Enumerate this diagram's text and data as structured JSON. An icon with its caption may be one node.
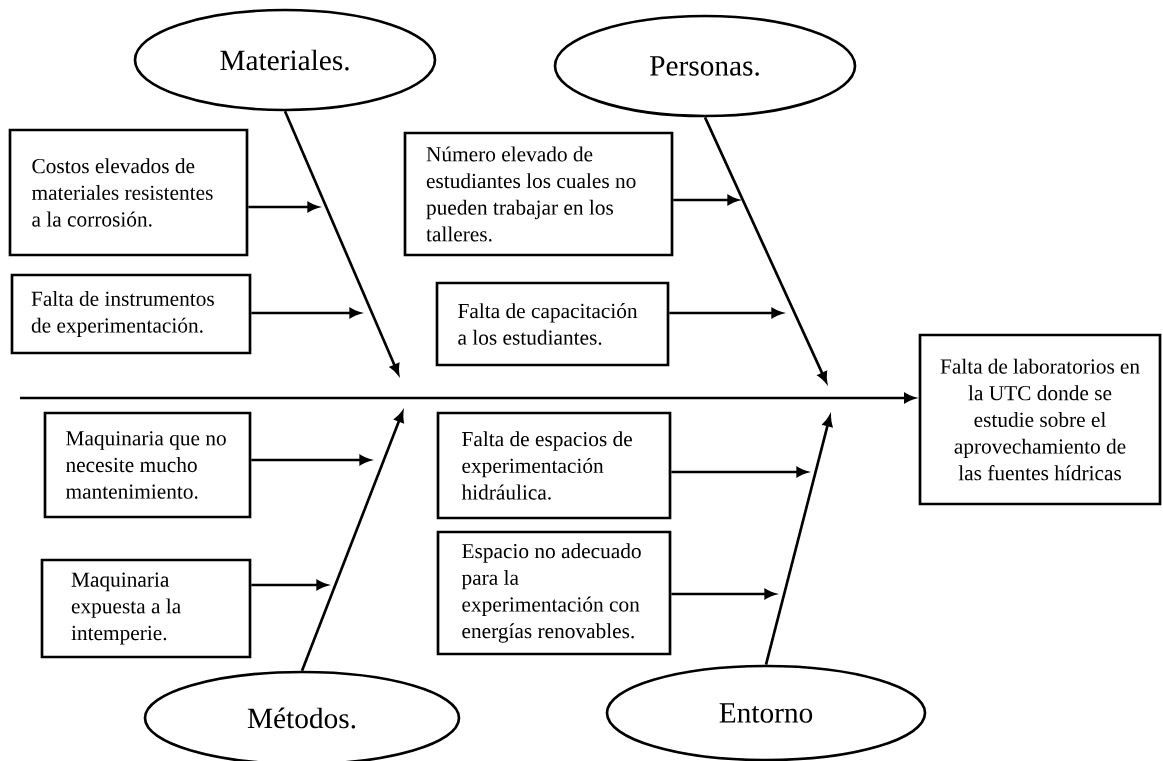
{
  "diagram": {
    "nodes": [
      {
        "text": [
          "Materiales."
        ]
      },
      {
        "text": [
          "Personas."
        ]
      },
      {
        "text": [
          "Costos elevados de materiales resistentes a la corrosión."
        ]
      },
      {
        "text": [
          "Falta de instrumentos de experimentación."
        ]
      },
      {
        "text": [
          "Número elevado de estudiantes los cuales no pueden trabajar en los talleres."
        ]
      },
      {
        "text": [
          "Falta de capacitación a los estudiantes."
        ]
      },
      {
        "text": [
          "Falta de laboratorios en la UTC donde se estudie sobre el aprovechamiento de las fuentes hídricas"
        ]
      },
      {
        "text": [
          "Maquinaria que no necesite mucho mantenimiento."
        ]
      },
      {
        "text": [
          "Maquinaria expuesta a la intemperie."
        ]
      },
      {
        "text": [
          "Falta de espacios de experimentación hidráulica."
        ]
      },
      {
        "text": [
          "Espacio no adecuado para la experimentación con energías renovables."
        ]
      },
      {
        "text": [
          "Métodos."
        ]
      },
      {
        "text": [
          "Entorno"
        ]
      }
    ],
    "edges": [
      {
        "from": null,
        "to": 6,
        "arrow": "to"
      },
      {
        "from": 0,
        "to": null,
        "arrow": "to"
      },
      {
        "from": 1,
        "to": null,
        "arrow": "to"
      },
      {
        "from": 11,
        "to": null,
        "arrow": "to"
      },
      {
        "from": 12,
        "to": null,
        "arrow": "to"
      },
      {
        "from": 2,
        "to": null,
        "arrow": "to"
      },
      {
        "from": 3,
        "to": null,
        "arrow": "to"
      },
      {
        "from": 4,
        "to": null,
        "arrow": "to"
      },
      {
        "from": 5,
        "to": null,
        "arrow": "to"
      },
      {
        "from": 7,
        "to": null,
        "arrow": "to"
      },
      {
        "from": 8,
        "to": null,
        "arrow": "to"
      },
      {
        "from": 9,
        "to": null,
        "arrow": "to"
      },
      {
        "from": 10,
        "to": null,
        "arrow": "to"
      }
    ]
  }
}
